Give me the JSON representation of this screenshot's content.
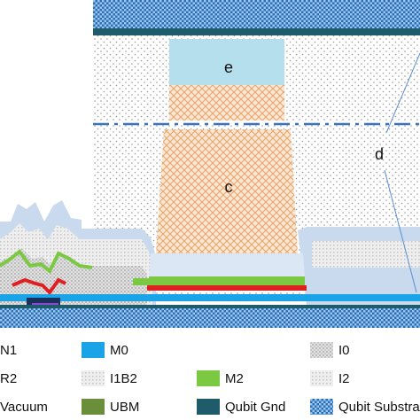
{
  "diagram": {
    "region_labels": [
      "e",
      "c",
      "d"
    ]
  },
  "legend": {
    "items": [
      {
        "key": "n1",
        "label": "N1",
        "swatch": "#1a2f5a"
      },
      {
        "key": "m0",
        "label": "M0",
        "swatch": "#1aa3e6"
      },
      {
        "key": "i0",
        "label": "I0",
        "swatch": "#c9c9c9"
      },
      {
        "key": "r2",
        "label": "R2",
        "swatch": "#e02020"
      },
      {
        "key": "i1b2",
        "label": "I1B2",
        "swatch": "#dcdcdc"
      },
      {
        "key": "m2",
        "label": "M2",
        "swatch": "#7bc943"
      },
      {
        "key": "i2",
        "label": "I2",
        "swatch": "#d6d6d6"
      },
      {
        "key": "vacuum",
        "label": "Vacuum",
        "swatch": "#ffffff"
      },
      {
        "key": "ubm",
        "label": "UBM",
        "swatch": "#6b8e3a"
      },
      {
        "key": "qubit_gnd",
        "label": "Qubit Gnd",
        "swatch": "#1f5c6b"
      },
      {
        "key": "qubit_substrate",
        "label": "Qubit Substra",
        "swatch": "#3b7ec8"
      }
    ]
  }
}
